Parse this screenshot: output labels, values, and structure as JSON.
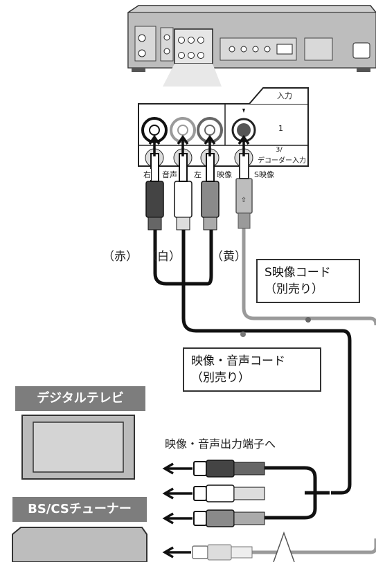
{
  "panel": {
    "input_title": "入力",
    "input_1": "1",
    "input_3_line1": "3/",
    "input_3_line2": "デコーダー入力",
    "jack_right": "右",
    "jack_audio": "音声",
    "jack_left": "左",
    "jack_video": "映像",
    "jack_svideo": "S映像"
  },
  "cable_colors": {
    "red": "（赤）",
    "white": "（白）",
    "yellow": "（黄）"
  },
  "svideo_cord": {
    "line1": "S映像コード",
    "line2": "（別売り）"
  },
  "av_cord": {
    "line1": "映像・音声コード",
    "line2": "（別売り）"
  },
  "devices": {
    "tv": "デジタルテレビ",
    "tuner": "BS/CSチューナー"
  },
  "output_label": "映像・音声出力端子へ",
  "colors": {
    "tag_bg": "#7d7d7d",
    "cable_dark": "#111111",
    "cable_gray": "#9a9a9a",
    "red_plug": "#444444",
    "yellow_plug": "#8a8a8a"
  }
}
